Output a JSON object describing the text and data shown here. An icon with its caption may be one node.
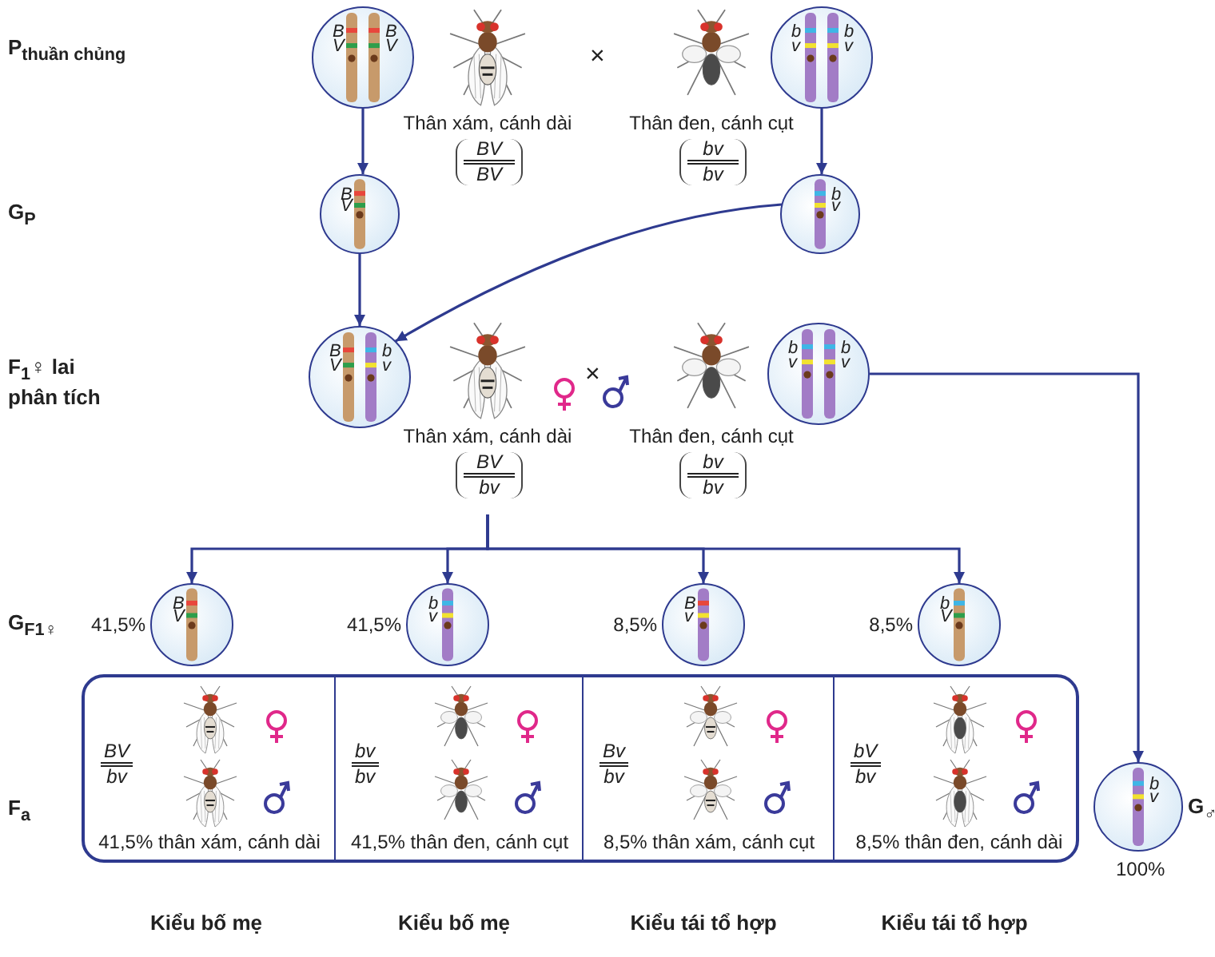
{
  "diagram": {
    "nodes": [
      {
        "text": [
          "B V",
          "B V"
        ]
      },
      {
        "text": [
          "Thân xám, cánh dài",
          "BV BV"
        ]
      },
      {
        "text": [
          "Thân đen, cánh cụt",
          "bv bv"
        ]
      },
      {
        "text": [
          "b v",
          "b v"
        ]
      },
      {
        "text": [
          "B V"
        ]
      },
      {
        "text": [
          "b v"
        ]
      },
      {
        "text": [
          "B V",
          "b v"
        ]
      },
      {
        "text": [
          "Thân xám, cánh dài",
          "BV bv"
        ]
      },
      {
        "text": [
          "Thân đen, cánh cụt",
          "bv bv"
        ]
      },
      {
        "text": [
          "b v",
          "b v"
        ]
      },
      {
        "text": [
          "B V"
        ],
        "beside": [
          "41,5%"
        ]
      },
      {
        "text": [
          "b v"
        ],
        "beside": [
          "41,5%"
        ]
      },
      {
        "text": [
          "B v"
        ],
        "beside": [
          "8,5%"
        ]
      },
      {
        "text": [
          "b V"
        ],
        "beside": [
          "8,5%"
        ]
      },
      {
        "text": [],
        "shape": "box"
      },
      {
        "text": [
          "BV bv",
          "41,5% thân xám, cánh dài"
        ],
        "in": 14
      },
      {
        "text": [
          "bv bv",
          "41,5% thân đen, cánh cụt"
        ],
        "in": 14
      },
      {
        "text": [
          "Bv bv",
          "8,5% thân xám, cánh cụt"
        ],
        "in": 14
      },
      {
        "text": [
          "bV bv",
          "8,5% thân đen, cánh dài"
        ],
        "in": 14
      },
      {
        "text": [
          "b v"
        ],
        "beside": [
          "100%",
          "G$_{♂}$"
        ]
      }
    ],
    "edges": [
      {
        "from": 0,
        "to": 4,
        "arrow": "to"
      },
      {
        "from": 3,
        "to": 5,
        "arrow": "to"
      },
      {
        "from": 4,
        "to": 6,
        "arrow": "to"
      },
      {
        "from": 5,
        "to": 6,
        "arrow": "to"
      },
      {
        "from": 7,
        "to": 10,
        "arrow": "to"
      },
      {
        "from": 7,
        "to": 11,
        "arrow": "to"
      },
      {
        "from": 7,
        "to": 12,
        "arrow": "to"
      },
      {
        "from": 7,
        "to": 13,
        "arrow": "to"
      },
      {
        "from": 9,
        "to": 19,
        "arrow": "to"
      }
    ],
    "labels": [
      "P$_{thuần chủng}$",
      "×",
      "G$_{P}$",
      "F$_{1}$♀ lai phân tích",
      "×",
      "G$_{F1♀}$",
      "F$_{a}$",
      "Kiểu bố mẹ",
      "Kiểu bố mẹ",
      "Kiểu tái tổ hợp",
      "Kiểu tái tổ hợp"
    ]
  }
}
